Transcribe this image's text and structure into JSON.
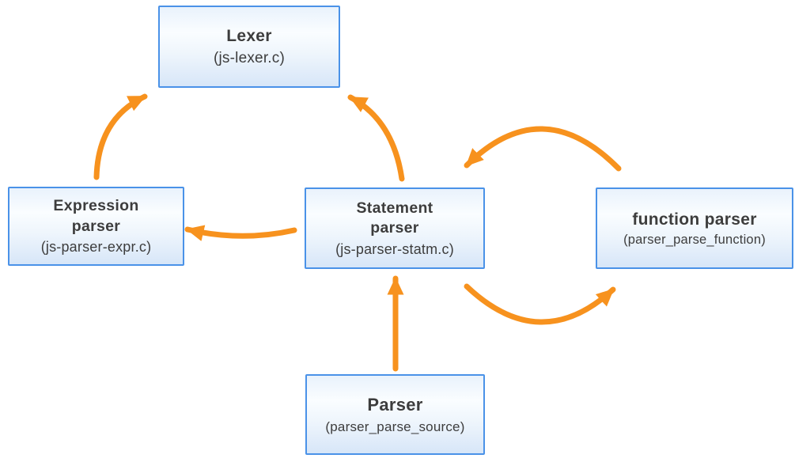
{
  "nodes": {
    "lexer": {
      "title": "Lexer",
      "subtitle": "(js-lexer.c)"
    },
    "expression_parser": {
      "title": "Expression\nparser",
      "subtitle": "(js-parser-expr.c)"
    },
    "statement_parser": {
      "title": "Statement\nparser",
      "subtitle": "(js-parser-statm.c)"
    },
    "function_parser": {
      "title": "function parser",
      "subtitle": "(parser_parse_function)"
    },
    "parser": {
      "title": "Parser",
      "subtitle": "(parser_parse_source)"
    }
  },
  "edges": [
    {
      "from": "expression_parser",
      "to": "lexer",
      "style": "curved"
    },
    {
      "from": "statement_parser",
      "to": "lexer",
      "style": "curved"
    },
    {
      "from": "statement_parser",
      "to": "expression_parser",
      "style": "curved"
    },
    {
      "from": "function_parser",
      "to": "statement_parser",
      "style": "arc-over"
    },
    {
      "from": "statement_parser",
      "to": "function_parser",
      "style": "arc-under"
    },
    {
      "from": "parser",
      "to": "statement_parser",
      "style": "straight"
    }
  ],
  "colors": {
    "arrow_orange": "#f7921e",
    "box_border_blue": "#4a92e8",
    "box_fill_top": "#e9f2fc",
    "box_fill_bottom": "#d7e6f8",
    "text": "#3d3d3d",
    "background": "#ffffff"
  }
}
